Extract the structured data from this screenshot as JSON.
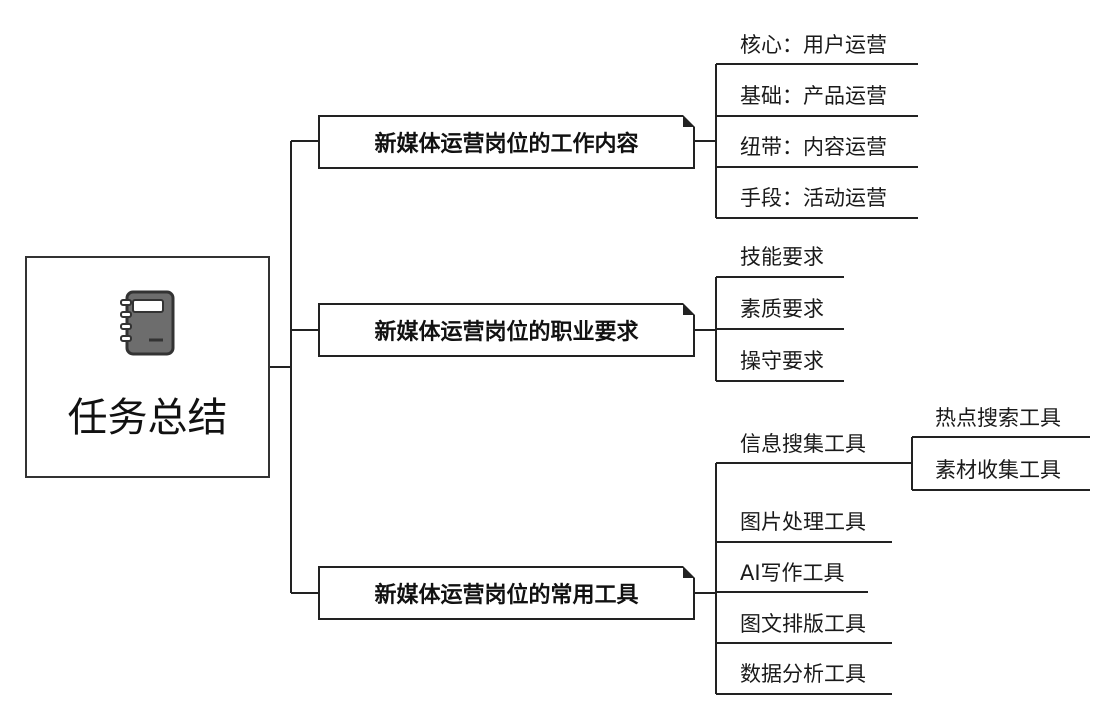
{
  "root": {
    "label": "任务总结",
    "icon": "notebook-icon"
  },
  "branches": [
    {
      "label": "新媒体运营岗位的工作内容",
      "items": [
        "核心：用户运营",
        "基础：产品运营",
        "纽带：内容运营",
        "手段：活动运营"
      ]
    },
    {
      "label": "新媒体运营岗位的职业要求",
      "items": [
        "技能要求",
        "素质要求",
        "操守要求"
      ]
    },
    {
      "label": "新媒体运营岗位的常用工具",
      "items": [
        "信息搜集工具",
        "图片处理工具",
        "AI写作工具",
        "图文排版工具",
        "数据分析工具"
      ],
      "sub_items": [
        "热点搜索工具",
        "素材收集工具"
      ]
    }
  ]
}
